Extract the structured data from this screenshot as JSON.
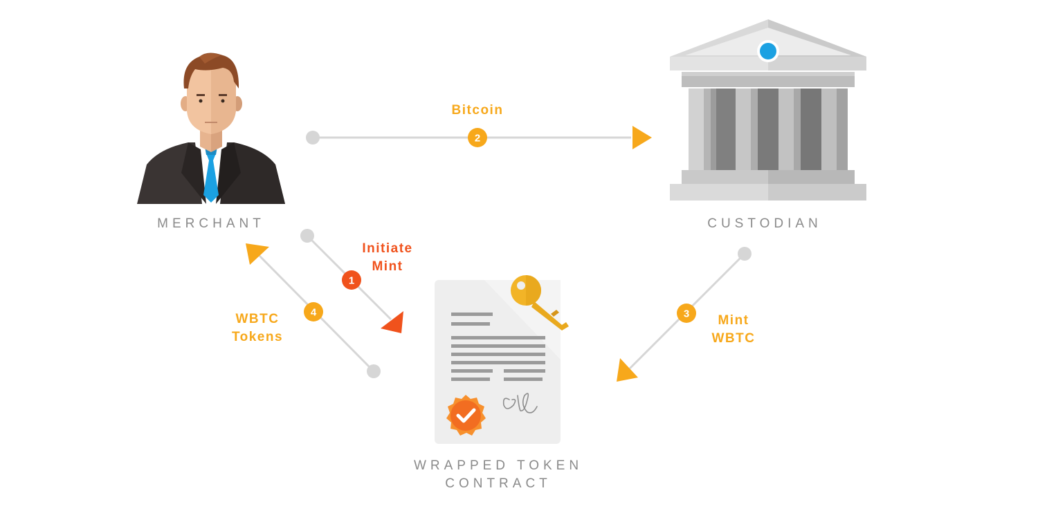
{
  "nodes": {
    "merchant": {
      "label": "MERCHANT"
    },
    "custodian": {
      "label": "CUSTODIAN"
    },
    "contract": {
      "label_line1": "WRAPPED TOKEN",
      "label_line2": "CONTRACT"
    }
  },
  "steps": [
    {
      "number": "1",
      "label_line1": "Initiate",
      "label_line2": "Mint",
      "color": "#f0521c"
    },
    {
      "number": "2",
      "label_line1": "Bitcoin",
      "label_line2": "",
      "color": "#f7a81b"
    },
    {
      "number": "3",
      "label_line1": "Mint",
      "label_line2": "WBTC",
      "color": "#f7a81b"
    },
    {
      "number": "4",
      "label_line1": "WBTC",
      "label_line2": "Tokens",
      "color": "#f7a81b"
    }
  ],
  "colors": {
    "orange": "#f7a81b",
    "red_orange": "#f0521c",
    "connector_grey": "#d6d6d6",
    "node_label_grey": "#8a8a8a"
  },
  "icons": {
    "merchant": "businessman-icon",
    "custodian": "bank-building-icon",
    "contract": "signed-contract-icon",
    "key": "key-icon",
    "seal": "approval-seal-icon"
  }
}
